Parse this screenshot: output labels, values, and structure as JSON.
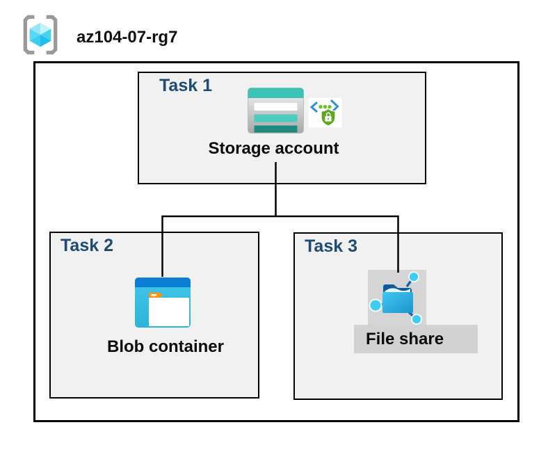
{
  "header": {
    "resource_group_name": "az104-07-rg7",
    "resource_group_icon": "resource-group-icon"
  },
  "tasks": [
    {
      "label": "Task 1",
      "resource": "Storage account",
      "icons": [
        "storage-account-icon",
        "sas-secure-access-icon"
      ]
    },
    {
      "label": "Task 2",
      "resource": "Blob container",
      "icons": [
        "blob-container-icon"
      ]
    },
    {
      "label": "Task 3",
      "resource": "File share",
      "icons": [
        "file-share-icon"
      ]
    }
  ],
  "connections": [
    {
      "from": "Storage account",
      "to": "Blob container"
    },
    {
      "from": "Storage account",
      "to": "File share"
    }
  ],
  "colors": {
    "task_label_navy": "#1C4B74",
    "box_fill_gray": "#F1F1F1",
    "border_black": "#000000",
    "storage_teal": "#3CC3B4",
    "storage_teal_dark": "#1E8A80",
    "blob_header_blue": "#0D7ED6",
    "blob_body_cyan": "#35C0E4",
    "folder_tab_orange": "#F7941E",
    "file_share_folder_blue": "#1E93CF",
    "node_cyan": "#3DCDF4",
    "shield_green": "#5AA81C",
    "bracket_blue": "#2E8FE2",
    "cube_cyan": "#29C4EE",
    "bracket_gray": "#9A9A9A",
    "icon_backdrop_gray": "#D5D5D5",
    "label_backdrop_gray": "#D2D2D2"
  }
}
